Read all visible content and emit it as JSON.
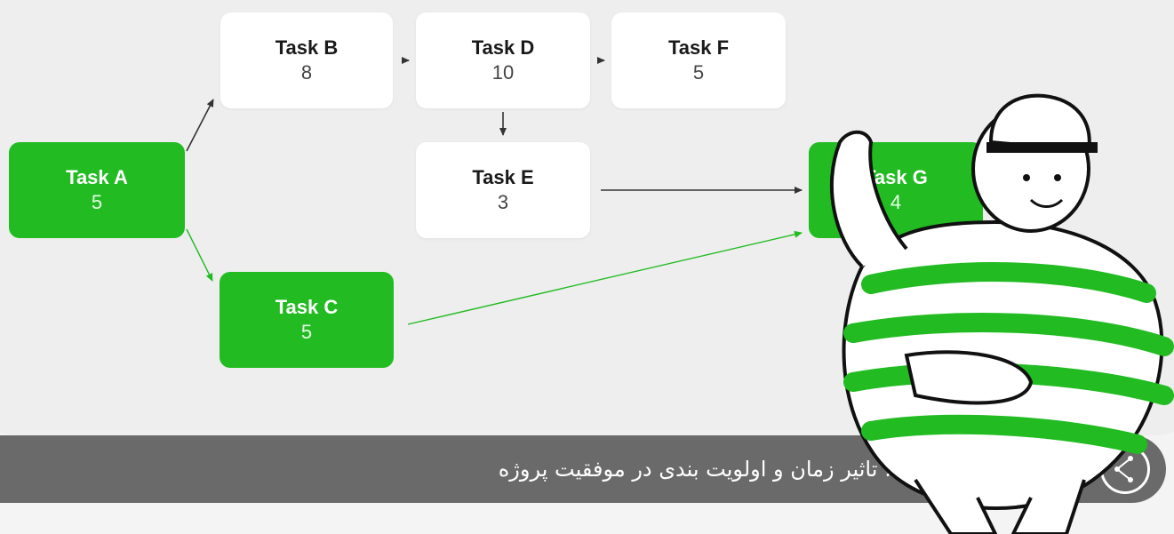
{
  "nodes": [
    {
      "id": "A",
      "name": "Task A",
      "duration": "5"
    },
    {
      "id": "B",
      "name": "Task B",
      "duration": "8"
    },
    {
      "id": "C",
      "name": "Task C",
      "duration": "5"
    },
    {
      "id": "D",
      "name": "Task D",
      "duration": "10"
    },
    {
      "id": "E",
      "name": "Task E",
      "duration": "3"
    },
    {
      "id": "F",
      "name": "Task F",
      "duration": "5"
    },
    {
      "id": "G",
      "name": "Task G",
      "duration": "4"
    }
  ],
  "edges": [
    {
      "from": "A",
      "to": "B",
      "critical": false
    },
    {
      "from": "A",
      "to": "C",
      "critical": true
    },
    {
      "from": "B",
      "to": "D",
      "critical": false
    },
    {
      "from": "D",
      "to": "F",
      "critical": false
    },
    {
      "from": "D",
      "to": "E",
      "critical": false
    },
    {
      "from": "E",
      "to": "G",
      "critical": false
    },
    {
      "from": "C",
      "to": "G",
      "critical": true
    }
  ],
  "colors": {
    "critical": "#22bb22",
    "normal": "#ffffff",
    "bar": "#6a6a6a"
  },
  "caption": {
    "title": "روش مسیر بحرانی : تاثیر زمان و اولویت بندی در موفقیت پروژه"
  },
  "icons": {
    "share": "share-icon",
    "mascot": "mascot-character-illustration"
  }
}
